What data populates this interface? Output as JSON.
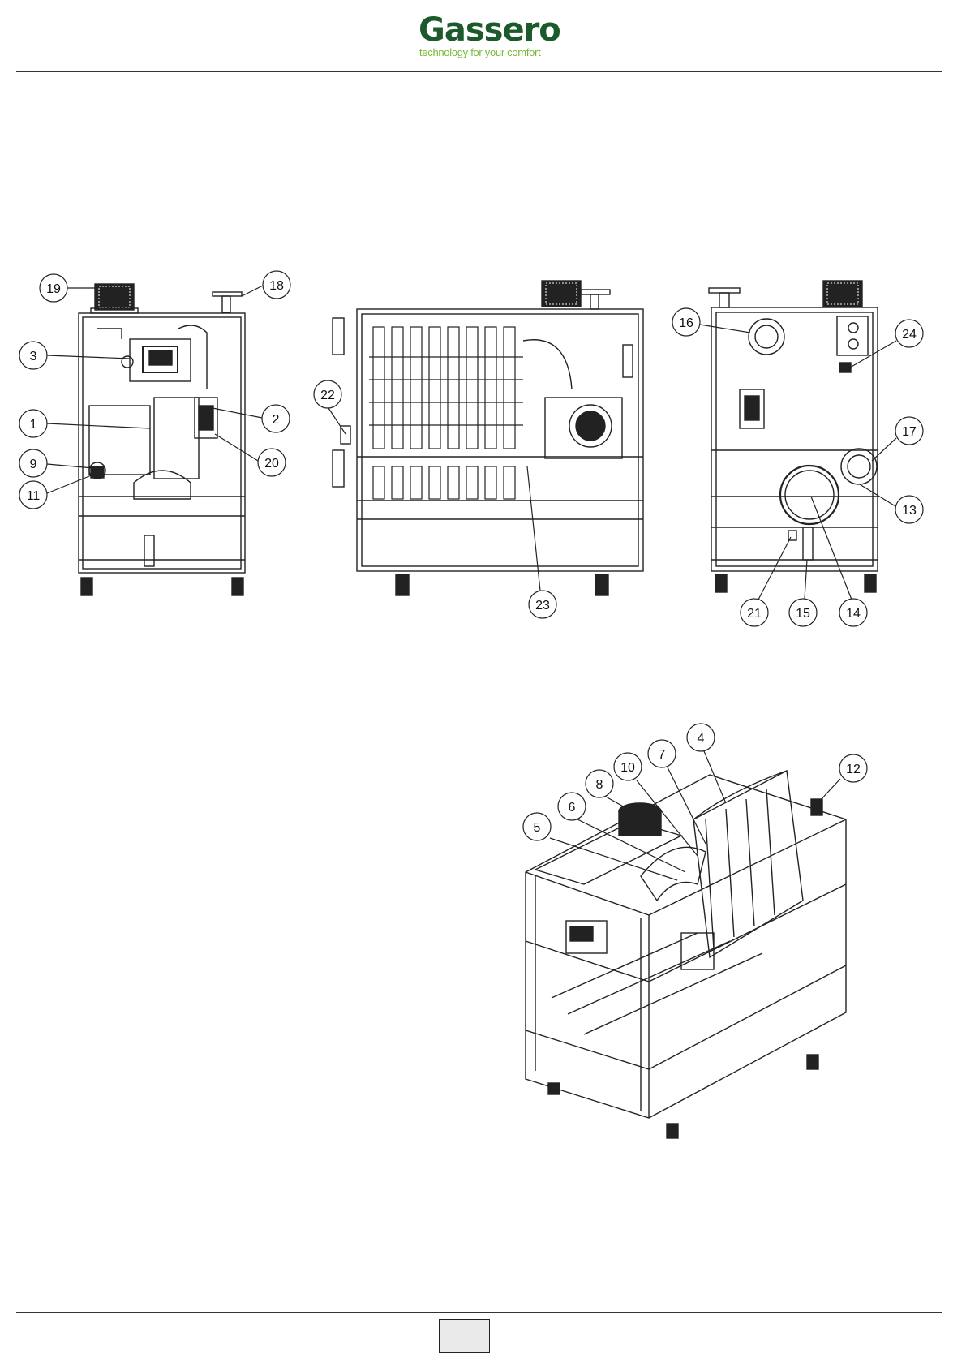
{
  "header": {
    "brand_name": "Gassero",
    "tagline": "technology for your comfort",
    "brand_color": "#1c5a2c",
    "tagline_color": "#7ab836"
  },
  "callouts": {
    "front_view": [
      "19",
      "18",
      "3",
      "1",
      "2",
      "9",
      "20",
      "11"
    ],
    "side_view": [
      "22",
      "23"
    ],
    "rear_view": [
      "16",
      "24",
      "17",
      "13",
      "21",
      "15",
      "14"
    ],
    "isometric_view": [
      "4",
      "7",
      "10",
      "8",
      "6",
      "5",
      "12"
    ]
  },
  "footer": {
    "page_number_box": ""
  }
}
